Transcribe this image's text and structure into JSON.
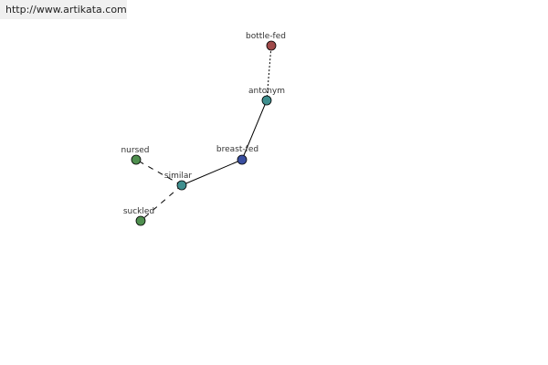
{
  "watermark": {
    "text": "http://www.artikata.com"
  },
  "graph": {
    "nodes": [
      {
        "id": "bottle-fed",
        "label": "bottle-fed",
        "color": "#a04a4a"
      },
      {
        "id": "antonym",
        "label": "antonym",
        "color": "#3f8f8f"
      },
      {
        "id": "breast-fed",
        "label": "breast-fed",
        "color": "#3a4fa0"
      },
      {
        "id": "similar",
        "label": "similar",
        "color": "#3f8f8f"
      },
      {
        "id": "nursed",
        "label": "nursed",
        "color": "#4f8f4f"
      },
      {
        "id": "suckled",
        "label": "suckled",
        "color": "#4f8f4f"
      }
    ],
    "edges": [
      {
        "from": "antonym",
        "to": "bottle-fed",
        "style": "dotted"
      },
      {
        "from": "breast-fed",
        "to": "antonym",
        "style": "solid"
      },
      {
        "from": "breast-fed",
        "to": "similar",
        "style": "solid"
      },
      {
        "from": "similar",
        "to": "nursed",
        "style": "dashed"
      },
      {
        "from": "similar",
        "to": "suckled",
        "style": "dashed"
      }
    ]
  }
}
